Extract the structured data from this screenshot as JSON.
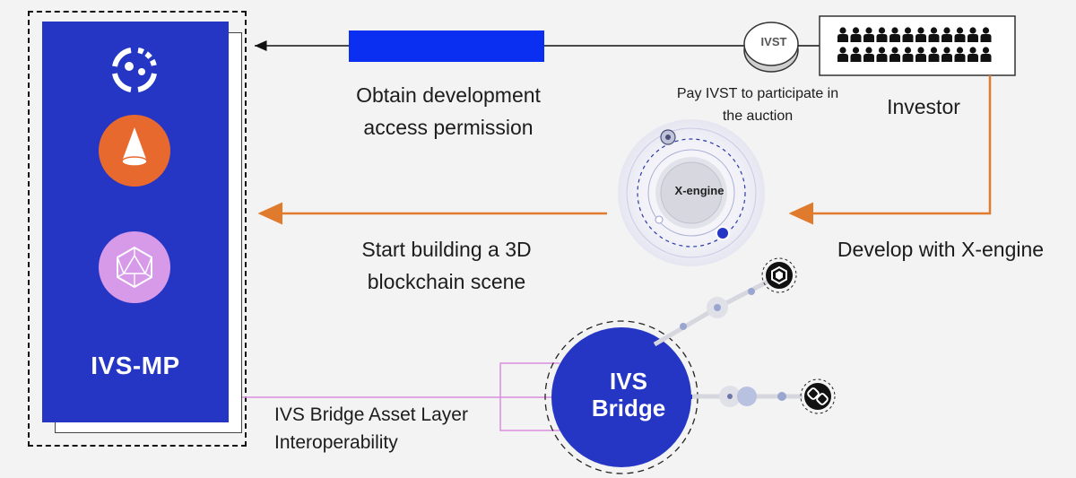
{
  "panel": {
    "title": "IVS-MP",
    "icons": [
      "link-icon",
      "cone-icon",
      "icosahedron-icon"
    ]
  },
  "steps": {
    "obtain_line1": "Obtain development",
    "obtain_line2": "access permission",
    "start_line1": "Start building a 3D",
    "start_line2": "blockchain scene",
    "develop": "Develop with X-engine",
    "pay_line1": "Pay IVST to participate in",
    "pay_line2": "the auction",
    "investor": "Investor"
  },
  "nodes": {
    "ivst_coin": "IVST",
    "xengine": "X-engine",
    "bridge_line1": "IVS",
    "bridge_line2": "Bridge"
  },
  "bridge_caption": {
    "line1": "IVS Bridge Asset Layer",
    "line2": "Interoperability"
  },
  "colors": {
    "panel_blue": "#2536c4",
    "orange": "#e07a2c",
    "pink_line": "#d98ee0",
    "bar_blue": "#0a2ff0"
  }
}
